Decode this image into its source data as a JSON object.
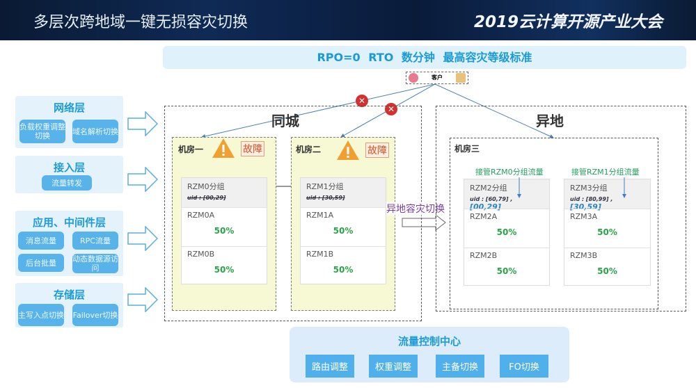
{
  "header": {
    "title": "多层次跨地域一键无损容灾切换",
    "event": "2019云计算开源产业大会"
  },
  "banner": "RPO=0  RTO 数分钟   最高容灾等级标准",
  "client": "客户",
  "layers": [
    {
      "title": "网络层",
      "items": [
        "负载权重调整切换",
        "域名解析切换"
      ]
    },
    {
      "title": "接入层",
      "items": [
        "流量转发"
      ]
    },
    {
      "title": "应用、中间件层",
      "items": [
        "消息流量",
        "RPC流量",
        "后台批量",
        "动态数据源访问"
      ]
    },
    {
      "title": "存储层",
      "items": [
        "主写入点切换",
        "Failover切换"
      ]
    }
  ],
  "same_city": {
    "title": "同城",
    "rooms": [
      {
        "name": "机房一",
        "fault": "故障",
        "group": "RZM0分组",
        "uid": "uid : [00,29]",
        "units": [
          {
            "name": "RZM0A",
            "pct": "50%"
          },
          {
            "name": "RZM0B",
            "pct": "50%"
          }
        ]
      },
      {
        "name": "机房二",
        "fault": "故障",
        "group": "RZM1分组",
        "uid": "uid : [30,59]",
        "units": [
          {
            "name": "RZM1A",
            "pct": "50%"
          },
          {
            "name": "RZM1B",
            "pct": "50%"
          }
        ]
      }
    ]
  },
  "switch_label": "异地容灾切换",
  "remote": {
    "title": "异地",
    "room": "机房三",
    "groups": [
      {
        "takeover": "接管RZM0分组流量",
        "group": "RZM2分组",
        "uid": "uid : [60,79] ,",
        "uid_new": "[00,29]",
        "units": [
          {
            "name": "RZM2A",
            "pct": "50%"
          },
          {
            "name": "RZM2B",
            "pct": "50%"
          }
        ]
      },
      {
        "takeover": "接管RZM1分组流量",
        "group": "RZM3分组",
        "uid": "uid : [80,99] ,",
        "uid_new": "[30,59]",
        "units": [
          {
            "name": "RZM3A",
            "pct": "50%"
          },
          {
            "name": "RZM3B",
            "pct": "50%"
          }
        ]
      }
    ]
  },
  "flow_center": {
    "title": "流量控制中心",
    "buttons": [
      "路由调整",
      "权重调整",
      "主备切换",
      "FO切换"
    ]
  },
  "colors": {
    "accent": "#1d9bd6",
    "chip": "#58b3ea",
    "fault": "#d9502a",
    "room_bg": "#f7f9d5",
    "pct": "#2aa34a"
  }
}
